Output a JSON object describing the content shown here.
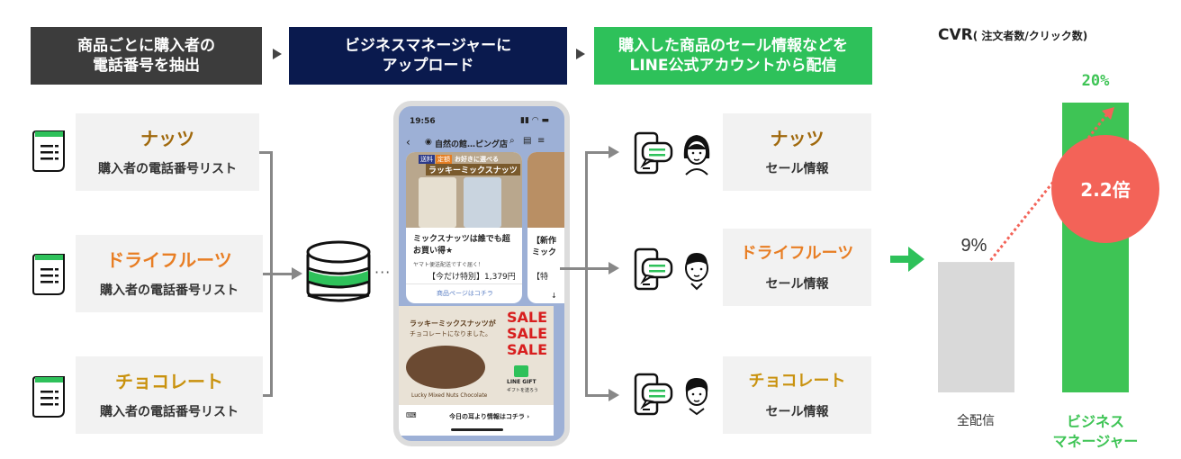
{
  "header": {
    "step1": "商品ごとに購入者の\n電話番号を抽出",
    "step2": "ビジネスマネージャーに\nアップロード",
    "step3": "購入した商品のセール情報などを\nLINE公式アカウントから配信"
  },
  "colors": {
    "step1_bg": "#3c3c3c",
    "step2_bg": "#0a1a4e",
    "step3_bg": "#2ec15a",
    "brown": "#a0690d",
    "orange": "#e87e24",
    "gold": "#c9920e",
    "green": "#3ec455",
    "red": "#f36358",
    "gray_bar": "#d9d9d9"
  },
  "lists": [
    {
      "name": "ナッツ",
      "sub": "購入者の電話番号リスト"
    },
    {
      "name": "ドライフルーツ",
      "sub": "購入者の電話番号リスト"
    },
    {
      "name": "チョコレート",
      "sub": "購入者の電話番号リスト"
    }
  ],
  "sales": [
    {
      "name": "ナッツ",
      "sub": "セール情報"
    },
    {
      "name": "ドライフルーツ",
      "sub": "セール情報"
    },
    {
      "name": "チョコレート",
      "sub": "セール情報"
    }
  ],
  "phone": {
    "time": "19:56",
    "shop": "自然の館…ピング店",
    "tag_a": "送料",
    "tag_b": "定額",
    "banner_head": "お好きに選べる",
    "banner_title": "ラッキーミックスナッツ",
    "card_title": "ミックスナッツは誰でも超お買い得★",
    "card_note": "ヤマト便送配送ですぐ届く！",
    "card_price": "【今だけ特別】1,379円",
    "card_link": "商品ページはコチラ",
    "side_title": "【新作",
    "side_sub": "ミック",
    "side_price": "【特",
    "promo_title": "ラッキーミックスナッツが",
    "promo_sub": "チョコレートになりました。",
    "promo_en": "Lucky Mixed Nuts Chocolate",
    "sale": [
      "SALE",
      "SALE",
      "SALE"
    ],
    "gift": "LINE GIFT",
    "gift_sub": "ギフトを送ろう",
    "bottom": "今日の耳より情報はコチラ ›"
  },
  "chart_data": {
    "type": "bar",
    "title": "CVR",
    "subtitle": "( 注文者数/クリック数)",
    "categories": [
      "全配信",
      "ビジネス\nマネージャー"
    ],
    "values": [
      9,
      20
    ],
    "value_labels": [
      "9%",
      "20%"
    ],
    "annotation": "2.2倍",
    "ylim": [
      0,
      23
    ]
  }
}
